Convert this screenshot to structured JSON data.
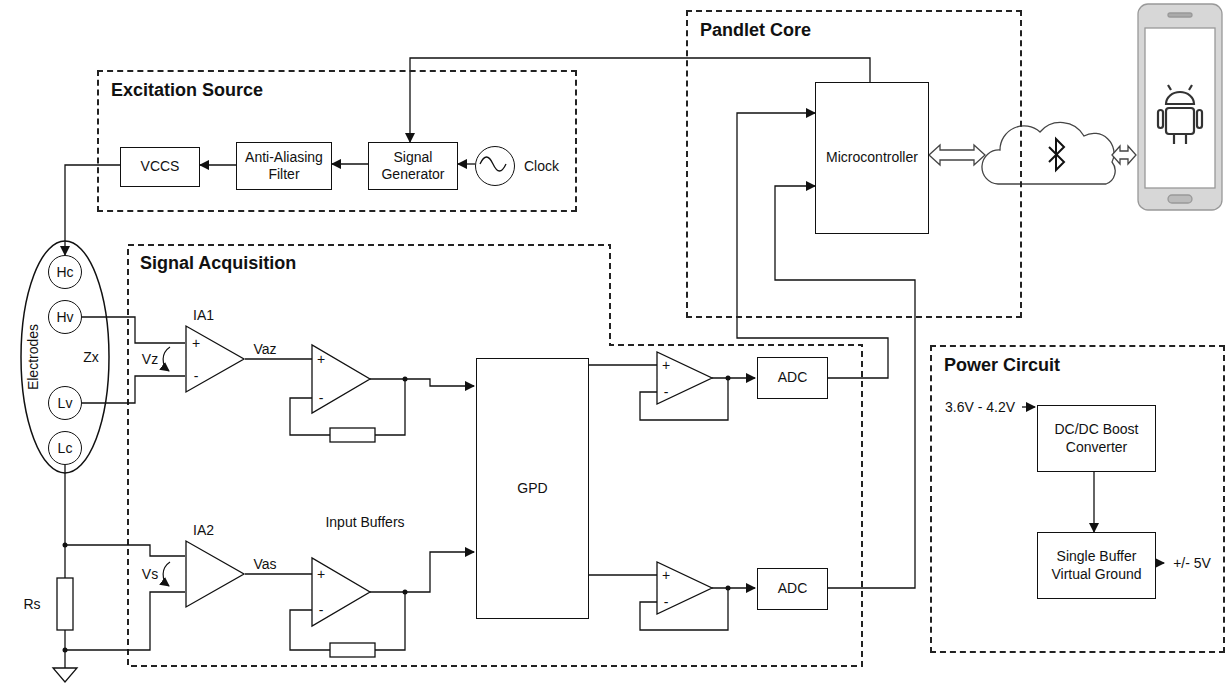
{
  "diagram": {
    "nodes": [
      {
        "text": [
          "Excitation Source"
        ]
      },
      {
        "text": [
          "VCCS"
        ],
        "in": 0
      },
      {
        "text": [
          "Anti-Aliasing Filter"
        ],
        "in": 0
      },
      {
        "text": [
          "Signal Generator"
        ],
        "in": 0
      },
      {
        "text": [
          "Clock"
        ],
        "in": 0
      },
      {
        "text": [
          "Pandlet Core"
        ]
      },
      {
        "text": [
          "Microcontroller"
        ],
        "in": 5
      },
      {
        "text": [
          "Electrodes",
          "Zx"
        ]
      },
      {
        "text": [
          "Hc"
        ],
        "in": 7
      },
      {
        "text": [
          "Hv"
        ],
        "in": 7
      },
      {
        "text": [
          "Lv"
        ],
        "in": 7
      },
      {
        "text": [
          "Lc"
        ],
        "in": 7
      },
      {
        "text": [
          "Signal Acquisition"
        ]
      },
      {
        "text": [
          "IA1"
        ],
        "in": 12
      },
      {
        "text": [
          "IA2"
        ],
        "in": 12
      },
      {
        "text": [
          "GPD"
        ],
        "in": 12
      },
      {
        "text": [
          "ADC"
        ],
        "in": 12
      },
      {
        "text": [
          "ADC"
        ],
        "in": 12
      },
      {
        "text": [
          "Power Circuit"
        ]
      },
      {
        "text": [
          "DC/DC Boost Converter"
        ],
        "in": 18
      },
      {
        "text": [
          "Single Buffer Virtual Ground"
        ],
        "in": 18
      }
    ],
    "edges": [
      {
        "from": 4,
        "to": 3,
        "arrow": "to"
      },
      {
        "from": 3,
        "to": 2,
        "arrow": "to"
      },
      {
        "from": 2,
        "to": 1,
        "arrow": "to"
      },
      {
        "from": 1,
        "to": 8,
        "arrow": "to"
      },
      {
        "from": 6,
        "to": 3,
        "arrow": "to"
      },
      {
        "from": 9,
        "to": 13,
        "arrow": "none"
      },
      {
        "from": 10,
        "to": 13,
        "arrow": "none"
      },
      {
        "from": 11,
        "to": 14,
        "arrow": "none"
      },
      {
        "from": 16,
        "to": 6,
        "arrow": "to"
      },
      {
        "from": 17,
        "to": 6,
        "arrow": "to"
      },
      {
        "from": 19,
        "to": 20,
        "arrow": "to"
      }
    ],
    "labels": [
      "Vz",
      "Vaz",
      "Vs",
      "Vas",
      "Input Buffers",
      "Rs",
      "3.6V - 4.2V",
      "+/- 5V",
      "+",
      "-",
      "+",
      "-",
      "+",
      "-",
      "+",
      "-",
      "+",
      "-"
    ]
  }
}
